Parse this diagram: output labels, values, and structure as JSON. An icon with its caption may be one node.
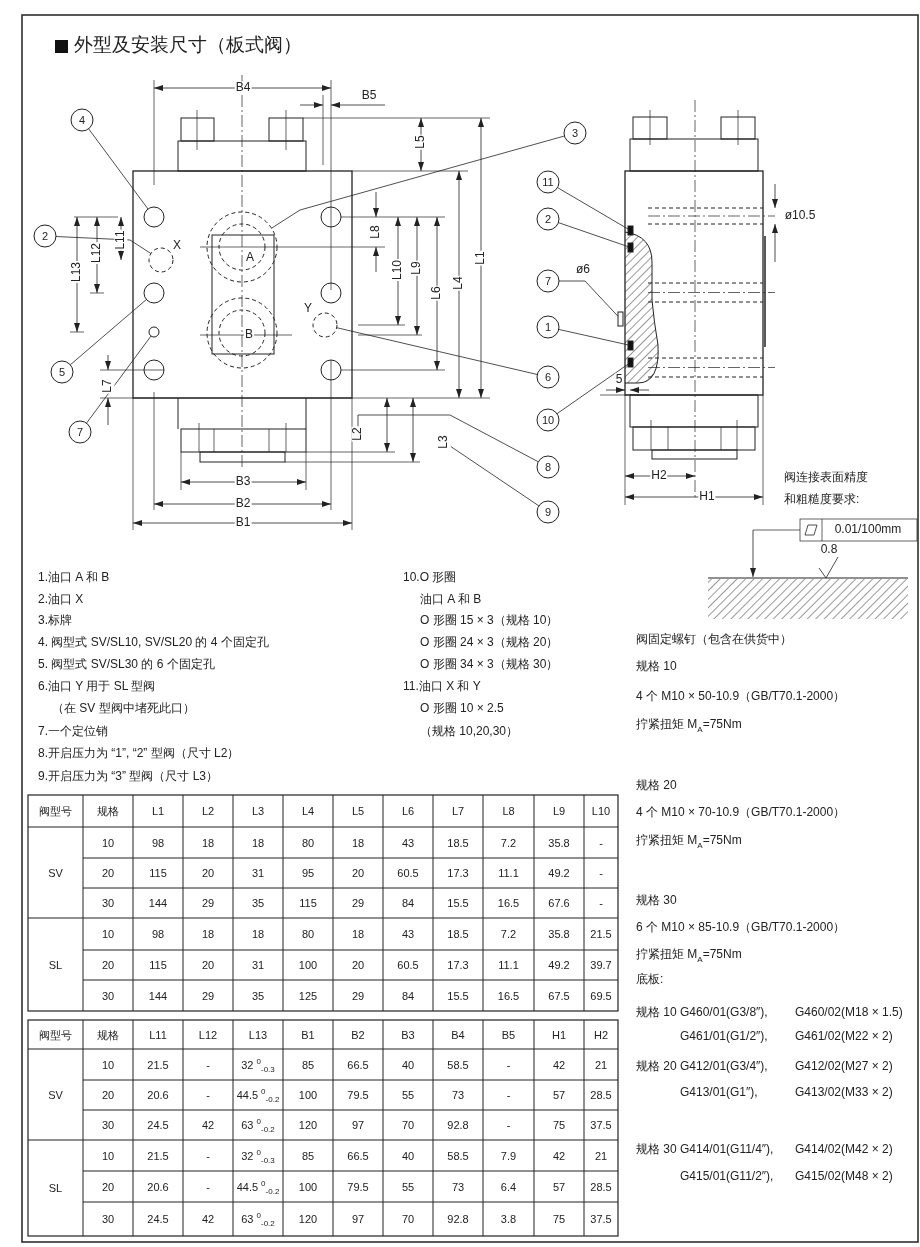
{
  "diagram": {
    "title": "外型及安装尺寸（板式阀）",
    "nodes": [
      {
        "text": [
          "4"
        ]
      },
      {
        "text": [
          "3"
        ]
      },
      {
        "text": [
          "11"
        ]
      },
      {
        "text": [
          "2"
        ]
      },
      {
        "text": [
          "2"
        ]
      },
      {
        "text": [
          "7"
        ]
      },
      {
        "text": [
          "1"
        ]
      },
      {
        "text": [
          "5"
        ]
      },
      {
        "text": [
          "6"
        ]
      },
      {
        "text": [
          "10"
        ]
      },
      {
        "text": [
          "7"
        ]
      },
      {
        "text": [
          "8"
        ]
      },
      {
        "text": [
          "9"
        ]
      },
      {
        "text": [],
        "shape": "circle"
      },
      {
        "text": [],
        "shape": "circle"
      },
      {
        "text": [],
        "shape": "box"
      },
      {
        "text": [],
        "shape": "circle"
      },
      {
        "text": [],
        "shape": "box"
      },
      {
        "text": [],
        "shape": "box"
      },
      {
        "text": [],
        "shape": "box"
      },
      {
        "text": [],
        "shape": "circle"
      },
      {
        "text": [],
        "shape": "circle"
      },
      {
        "text": [],
        "shape": "circle"
      },
      {
        "text": [],
        "shape": "box"
      },
      {
        "text": [
          "L2"
        ]
      },
      {
        "text": [
          "L3"
        ]
      }
    ],
    "edges": [
      {
        "from": 0,
        "to": 13,
        "arrow": "none"
      },
      {
        "from": 1,
        "to": 14,
        "arrow": "none"
      },
      {
        "from": 2,
        "to": 15,
        "arrow": "none"
      },
      {
        "from": 3,
        "to": 16,
        "arrow": "none"
      },
      {
        "from": 4,
        "to": 17,
        "arrow": "none"
      },
      {
        "from": 5,
        "to": 18,
        "arrow": "none"
      },
      {
        "from": 6,
        "to": 19,
        "arrow": "none"
      },
      {
        "from": 7,
        "to": 20,
        "arrow": "none"
      },
      {
        "from": 8,
        "to": 21,
        "arrow": "none"
      },
      {
        "from": 9,
        "to": 23,
        "arrow": "none"
      },
      {
        "from": 10,
        "to": 22,
        "arrow": "none"
      },
      {
        "from": 11,
        "to": 24,
        "arrow": "none"
      },
      {
        "from": 12,
        "to": 25,
        "arrow": "none"
      }
    ],
    "labels": [
      "B4",
      "B5",
      "L5",
      "L1",
      "L8",
      "L11",
      "L12",
      "X",
      "A",
      "L10",
      "L9",
      "L13",
      "L6",
      "L4",
      "Y",
      "B",
      "L7",
      "B3",
      "B2",
      "B1",
      "ø10.5",
      "ø6",
      "5",
      "H2",
      "H1",
      "阀连接表面精度",
      "和粗糙度要求:",
      "0.01/100mm",
      "0.8",
      "1.油口 A 和 B",
      "2.油口 X",
      "3.标牌",
      "4. 阀型式 SV/SL10, SV/SL20 的 4 个固定孔",
      "5. 阀型式 SV/SL30 的 6 个固定孔",
      "6.油口 Y 用于 SL 型阀",
      "（在 SV 型阀中堵死此口）",
      "7.一个定位销",
      "8.开启压力为 “1”, “2” 型阀（尺寸 L2）",
      "9.开启压力为 “3” 型阀（尺寸 L3）",
      "10.O 形圈",
      "油口 A 和 B",
      "O 形圈 15 × 3（规格 10）",
      "O 形圈 24 × 3（规格 20）",
      "O 形圈 34 × 3（规格 30）",
      "11.油口 X 和 Y",
      "O 形圈 10 × 2.5",
      "（规格 10,20,30）",
      "阀固定螺钉（包含在供货中）",
      "规格 10",
      "4 个 M10 × 50-10.9（GB/T70.1-2000）",
      "拧紧扭矩 M$_{A}$=75Nm",
      "规格 20",
      "4 个 M10 × 70-10.9（GB/T70.1-2000）",
      "拧紧扭矩 M$_{A}$=75Nm",
      "规格 30",
      "6 个 M10 × 85-10.9（GB/T70.1-2000）",
      "拧紧扭矩 M$_{A}$=75Nm",
      "底板:",
      "规格 10 G460/01(G3/8″),",
      "G460/02(M18 × 1.5)",
      "G461/01(G1/2″),",
      "G461/02(M22 × 2)",
      "规格 20 G412/01(G3/4″),",
      "G412/02(M27 × 2)",
      "G413/01(G1″),",
      "G413/02(M33 × 2)",
      "规格 30 G414/01(G11/4″),",
      "G414/02(M42 × 2)",
      "G415/01(G11/2″),",
      "G415/02(M48 × 2)",
      "阀型号",
      "规格",
      "L1",
      "L2",
      "L3",
      "L4",
      "L5",
      "L6",
      "L7",
      "L8",
      "L9",
      "L10",
      "SV",
      "10",
      "98",
      "18",
      "18",
      "80",
      "18",
      "43",
      "18.5",
      "7.2",
      "35.8",
      "-",
      "20",
      "115",
      "20",
      "31",
      "95",
      "20",
      "60.5",
      "17.3",
      "11.1",
      "49.2",
      "-",
      "30",
      "144",
      "29",
      "35",
      "115",
      "29",
      "84",
      "15.5",
      "16.5",
      "67.6",
      "-",
      "SL",
      "10",
      "98",
      "18",
      "18",
      "80",
      "18",
      "43",
      "18.5",
      "7.2",
      "35.8",
      "21.5",
      "20",
      "115",
      "20",
      "31",
      "100",
      "20",
      "60.5",
      "17.3",
      "11.1",
      "49.2",
      "39.7",
      "30",
      "144",
      "29",
      "35",
      "125",
      "29",
      "84",
      "15.5",
      "16.5",
      "67.5",
      "69.5",
      "阀型号",
      "规格",
      "L11",
      "L12",
      "L13",
      "B1",
      "B2",
      "B3",
      "B4",
      "B5",
      "H1",
      "H2",
      "SV",
      "10",
      "21.5",
      "-",
      "32 $^{0}$$_{-0.3}$",
      "85",
      "66.5",
      "40",
      "58.5",
      "-",
      "42",
      "21",
      "20",
      "20.6",
      "-",
      "44.5 $^{0}$$_{-0.2}$",
      "100",
      "79.5",
      "55",
      "73",
      "-",
      "57",
      "28.5",
      "30",
      "24.5",
      "42",
      "63 $^{0}$$_{-0.2}$",
      "120",
      "97",
      "70",
      "92.8",
      "-",
      "75",
      "37.5",
      "SL",
      "10",
      "21.5",
      "-",
      "32 $^{0}$$_{-0.3}$",
      "85",
      "66.5",
      "40",
      "58.5",
      "7.9",
      "42",
      "21",
      "20",
      "20.6",
      "-",
      "44.5 $^{0}$$_{-0.2}$",
      "100",
      "79.5",
      "55",
      "73",
      "6.4",
      "57",
      "28.5",
      "30",
      "24.5",
      "42",
      "63 $^{0}$$_{-0.2}$",
      "120",
      "97",
      "70",
      "92.8",
      "3.8",
      "75",
      "37.5"
    ]
  }
}
